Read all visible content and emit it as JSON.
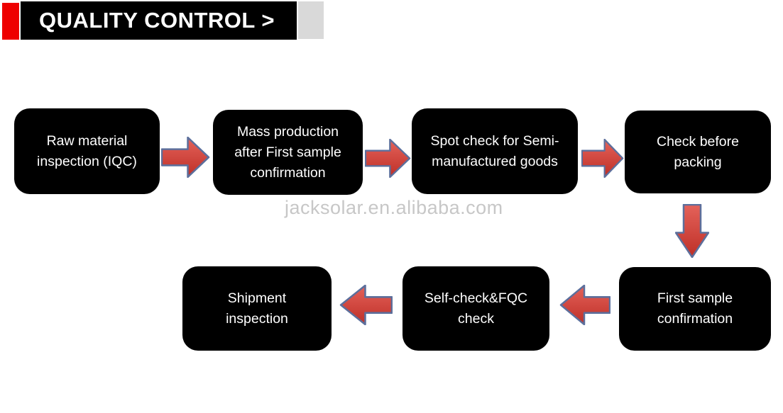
{
  "header": {
    "title": "QUALITY CONTROL >"
  },
  "watermark": "jacksolar.en.alibaba.com",
  "flow": {
    "nodes": [
      {
        "id": "raw-material-inspection",
        "label": "Raw material\ninspection (IQC)"
      },
      {
        "id": "mass-production",
        "label": "Mass production\nafter First sample\nconfirmation"
      },
      {
        "id": "spot-check",
        "label": "Spot check for Semi-\nmanufactured goods"
      },
      {
        "id": "check-before-packing",
        "label": "Check before\npacking"
      },
      {
        "id": "first-sample-confirmation",
        "label": "First sample\nconfirmation"
      },
      {
        "id": "self-check-fqc",
        "label": "Self-check&FQC\ncheck"
      },
      {
        "id": "shipment-inspection",
        "label": "Shipment\ninspection"
      }
    ],
    "connections": [
      {
        "from": "raw-material-inspection",
        "to": "mass-production",
        "direction": "right"
      },
      {
        "from": "mass-production",
        "to": "spot-check",
        "direction": "right"
      },
      {
        "from": "spot-check",
        "to": "check-before-packing",
        "direction": "right"
      },
      {
        "from": "check-before-packing",
        "to": "first-sample-confirmation",
        "direction": "down"
      },
      {
        "from": "first-sample-confirmation",
        "to": "self-check-fqc",
        "direction": "left"
      },
      {
        "from": "self-check-fqc",
        "to": "shipment-inspection",
        "direction": "left"
      }
    ]
  },
  "colors": {
    "header_red": "#ee0000",
    "banner_black": "#000000",
    "banner_gray": "#d9d9d9",
    "node_bg": "#000000",
    "node_text": "#ffffff",
    "arrow_fill_top": "#e4625a",
    "arrow_fill_bottom": "#be2f27",
    "arrow_border": "#5c6f9c",
    "watermark_gray": "#c7c7c7"
  }
}
